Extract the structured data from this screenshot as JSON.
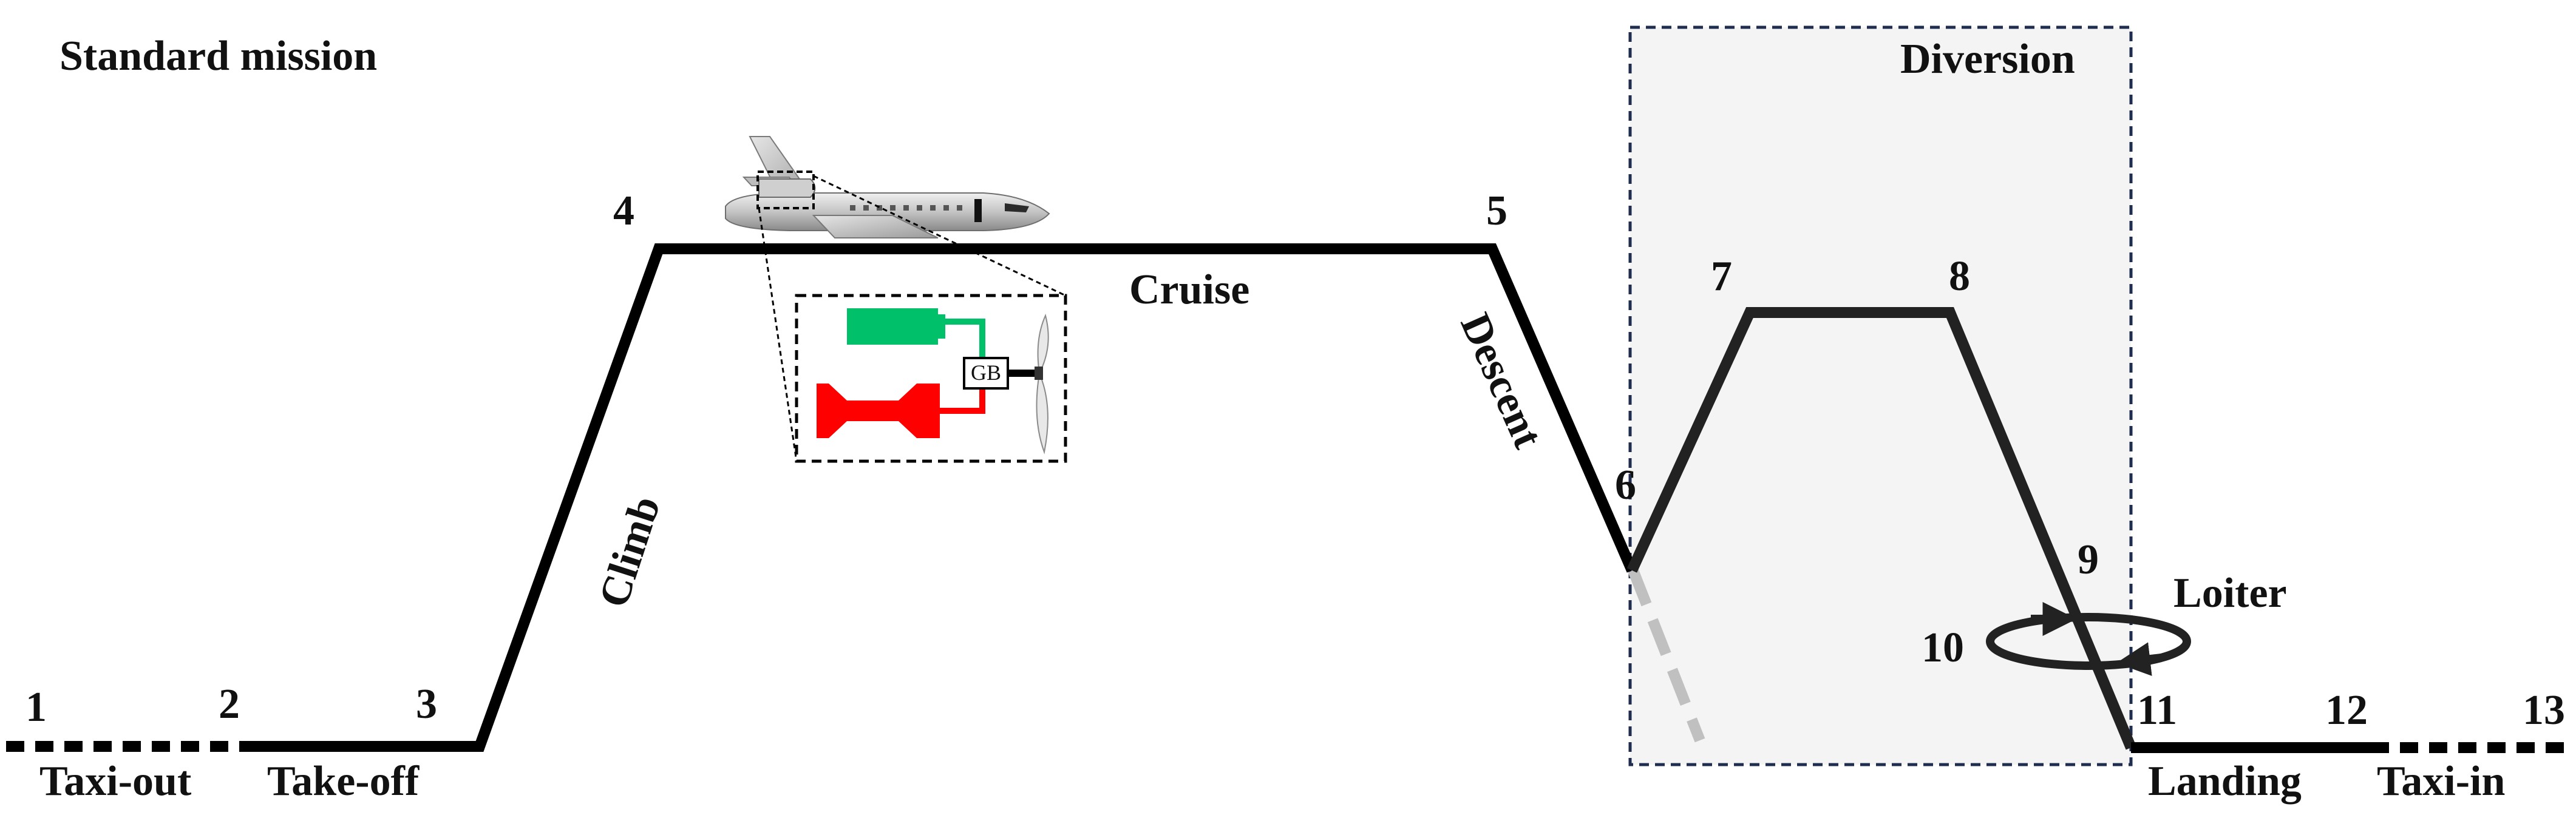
{
  "title": "Standard mission",
  "diversion_label": "Diversion",
  "gearbox_label": "GB",
  "points": [
    "1",
    "2",
    "3",
    "4",
    "5",
    "6",
    "7",
    "8",
    "9",
    "10",
    "11",
    "12",
    "13"
  ],
  "phases": {
    "taxi_out": "Taxi-out",
    "take_off": "Take-off",
    "climb": "Climb",
    "cruise": "Cruise",
    "descent": "Descent",
    "loiter": "Loiter",
    "landing": "Landing",
    "taxi_in": "Taxi-in"
  },
  "colors": {
    "path": "#000000",
    "diversion_path": "#222222",
    "diversion_box_fill": "#f4f4f4",
    "diversion_box_border": "#1f2d4f",
    "abandoned_descent": "#c0c0c0",
    "battery_or_motor": "#00c06a",
    "gas_turbine": "#ff0000"
  },
  "icons": {
    "aircraft": "regional-turboprop-aircraft-icon",
    "propeller": "propeller-icon",
    "loiter": "circular-arrow-loop-icon"
  }
}
